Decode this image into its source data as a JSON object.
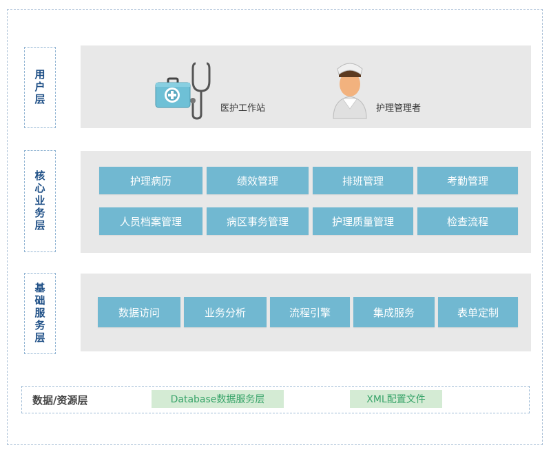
{
  "layers": {
    "user": {
      "label": "用户层",
      "items": [
        "医护工作站",
        "护理管理者"
      ]
    },
    "core": {
      "label": "核心业务层",
      "row1": [
        "护理病历",
        "绩效管理",
        "排班管理",
        "考勤管理"
      ],
      "row2": [
        "人员档案管理",
        "病区事务管理",
        "护理质量管理",
        "检查流程"
      ]
    },
    "base": {
      "label": "基础服务层",
      "items": [
        "数据访问",
        "业务分析",
        "流程引擎",
        "集成服务",
        "表单定制"
      ]
    },
    "data": {
      "label": "数据/资源层",
      "items": [
        "Database数据服务层",
        "XML配置文件"
      ]
    }
  },
  "colors": {
    "box": "#71b8d1",
    "panel": "#e8e8e8",
    "label": "#1e4f86",
    "tag_bg": "#d4ebd4",
    "tag_text": "#39a46a"
  }
}
